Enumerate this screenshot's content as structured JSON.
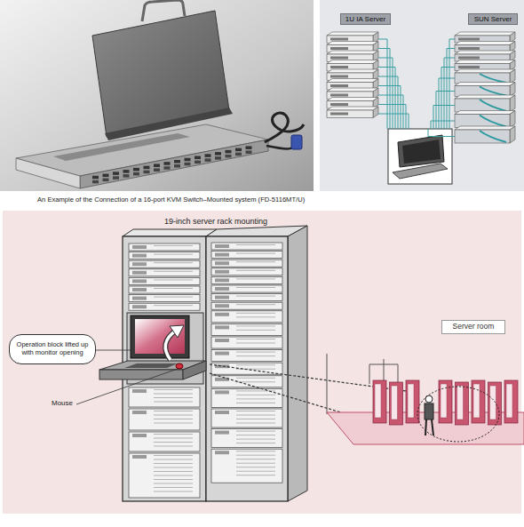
{
  "diagram": {
    "title": "19-inch server rack mounting",
    "caption": "An Example of the Connection of a 16-port KVM Switch–Mounted system (FD-5116MT/U)",
    "nodes": [
      {
        "text": [
          "1U IA Server"
        ]
      },
      {
        "text": [
          "SUN Server"
        ]
      },
      {
        "text": [
          "Operation block lifted up with monitor opening"
        ]
      },
      {
        "text": [
          "Server room"
        ]
      }
    ],
    "labels": [
      "Mouse"
    ]
  }
}
